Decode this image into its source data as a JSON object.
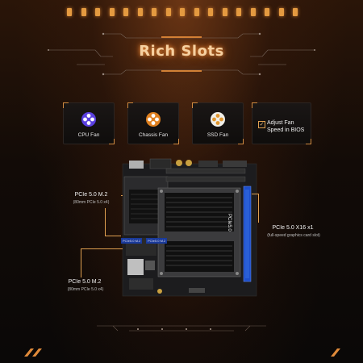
{
  "title": "Rich Slots",
  "fans": [
    {
      "label": "CPU Fan",
      "icon": "cpu-fan-icon",
      "color": "#7a5cff"
    },
    {
      "label": "Chassis Fan",
      "icon": "chassis-fan-icon",
      "color": "#f08a2a"
    },
    {
      "label": "SSD Fan",
      "icon": "ssd-fan-icon",
      "color": "#e8a050"
    }
  ],
  "bios": {
    "line1": "Adjust Fan",
    "line2": "Speed in BIOS",
    "check": "✓"
  },
  "board": {
    "slot_label_main": "PCIe5.0",
    "m2_tag_left": "PCIe5.0 M.2",
    "m2_tag_right": "PCIe5.0 M.2"
  },
  "callouts": {
    "m2_top": {
      "title": "PCIe 5.0 M.2",
      "sub": "(80mm PCIe 5.0 x4)"
    },
    "m2_bottom": {
      "title": "PCIe 5.0 M.2",
      "sub": "(80mm PCIe 5.0 x4)"
    },
    "x16": {
      "title": "PCIe 5.0 X16 x1",
      "sub": "(full-speed graphics card slot)"
    }
  },
  "colors": {
    "accent": "#e49a40",
    "slot_blue": "#2a5fd6"
  }
}
